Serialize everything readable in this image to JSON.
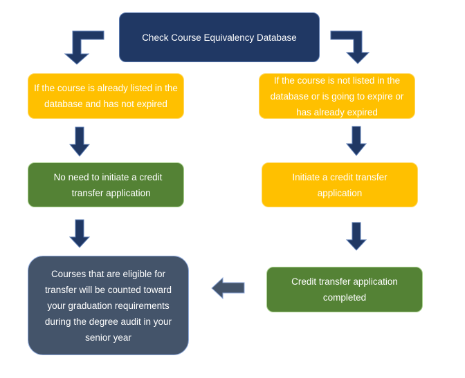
{
  "flowchart": {
    "start": {
      "label": "Check Course Equivalency Database"
    },
    "left_branch": {
      "condition_lines": [
        "If the course is already listed in the",
        "database and has not expired"
      ],
      "action_lines": [
        "No need to initiate a credit",
        "transfer application"
      ]
    },
    "right_branch": {
      "condition_lines": [
        "If the course is not listed in the",
        "database or is going to expire or",
        "has already expired"
      ],
      "action_lines": [
        "Initiate a credit transfer",
        "application"
      ],
      "completed_lines": [
        "Credit transfer application",
        "completed"
      ]
    },
    "result": {
      "lines": [
        "Courses that are eligible for",
        "transfer will be counted toward",
        "your graduation requirements",
        "during the degree audit in your",
        "senior year"
      ]
    },
    "colors": {
      "navy": "#203864",
      "yellow": "#ffc000",
      "green": "#548235",
      "slate": "#44546a"
    }
  }
}
